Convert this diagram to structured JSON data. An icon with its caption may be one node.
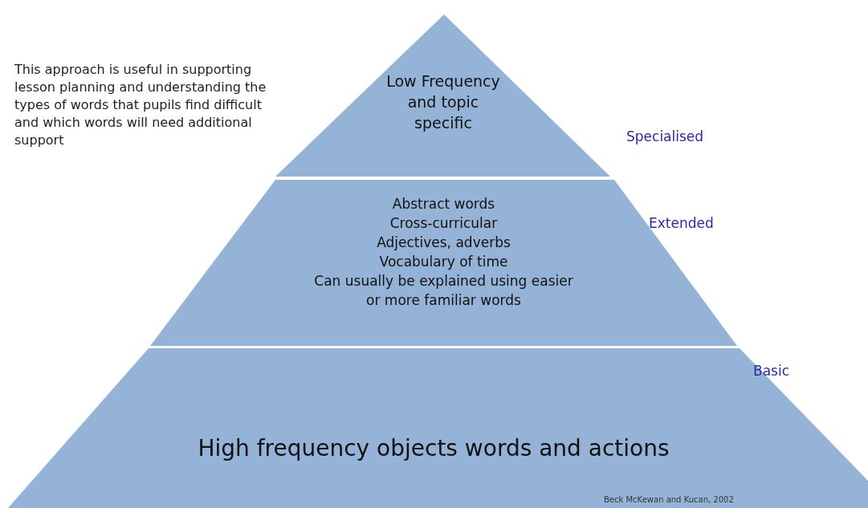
{
  "diagram": {
    "nodes": [
      {
        "text": [
          "Low Frequency and topic specific"
        ],
        "beside": [
          "Specialised"
        ]
      },
      {
        "text": [
          "Abstract words",
          "Cross-curricular",
          "Adjectives, adverbs",
          "Vocabulary of time",
          "Can usually be explained using easier or more familiar words"
        ],
        "beside": [
          "Extended"
        ]
      },
      {
        "text": [
          "High frequency objects words and actions",
          "Beck McKewan and Kucan, 2002"
        ],
        "beside": [
          "Basic"
        ]
      }
    ],
    "labels": [
      "This approach is useful in supporting lesson planning and understanding the types of words that pupils find difficult and which words will need additional support"
    ]
  }
}
